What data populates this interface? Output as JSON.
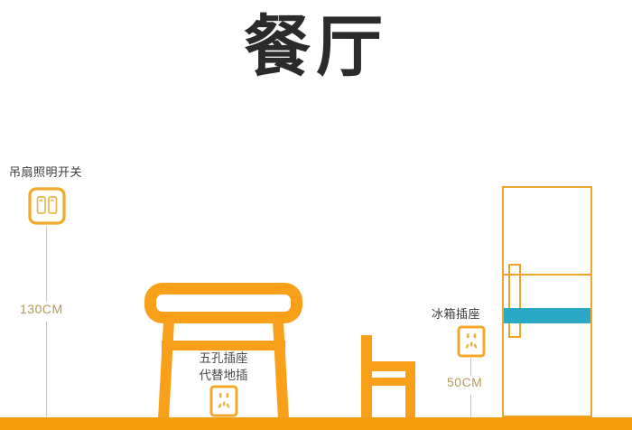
{
  "page": {
    "title": "餐厅",
    "background_color": "#ffffff"
  },
  "colors": {
    "furniture_orange": "#F9A01B",
    "fridge_outline": "#F2A429",
    "fridge_band_teal": "#2BA8C4",
    "measure_line": "#D8C79A",
    "measure_text": "#B69B5A",
    "label_text": "#3b3b3b",
    "title_text": "#2b2b2b"
  },
  "callouts": [
    {
      "id": "ceiling-fan-switch",
      "label": "吊扇照明开关",
      "icon": "wall-switch-double-icon",
      "measurement": "130CM"
    },
    {
      "id": "floor-socket-replacement",
      "label_line1": "五孔插座",
      "label_line2": "代替地插",
      "icon": "five-hole-socket-icon"
    },
    {
      "id": "refrigerator-socket",
      "label": "冰箱插座",
      "icon": "five-hole-socket-icon",
      "measurement": "50CM"
    }
  ],
  "measurements": {
    "switch_height": "130CM",
    "fridge_socket_height": "50CM"
  },
  "furniture": {
    "table": "dining-table",
    "chair": "dining-chair",
    "refrigerator": "refrigerator"
  }
}
